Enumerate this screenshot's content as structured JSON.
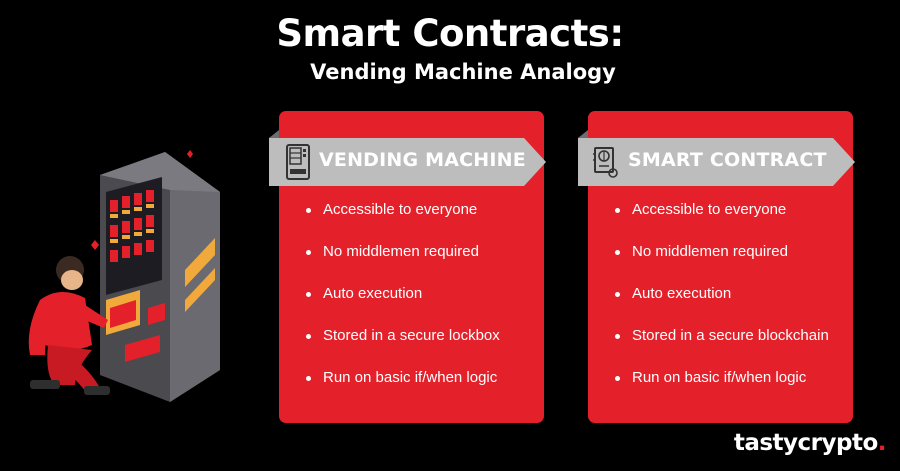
{
  "header": {
    "title": "Smart Contracts:",
    "subtitle": "Vending Machine Analogy"
  },
  "cards": [
    {
      "heading": "VENDING MACHINE",
      "icon": "vending-machine-icon",
      "items": [
        "Accessible to everyone",
        "No middlemen required",
        "Auto execution",
        "Stored in a secure lockbox",
        "Run on basic if/when logic"
      ]
    },
    {
      "heading": "SMART CONTRACT",
      "icon": "smart-contract-icon",
      "items": [
        "Accessible to everyone",
        "No middlemen required",
        "Auto execution",
        "Stored in a secure blockchain",
        "Run on basic if/when logic"
      ]
    }
  ],
  "brand": {
    "name": "tastycrypto",
    "dot": "."
  },
  "colors": {
    "background": "#000000",
    "card": "#e4202a",
    "banner": "#bdbdbd",
    "accent": "#f2a93b"
  }
}
